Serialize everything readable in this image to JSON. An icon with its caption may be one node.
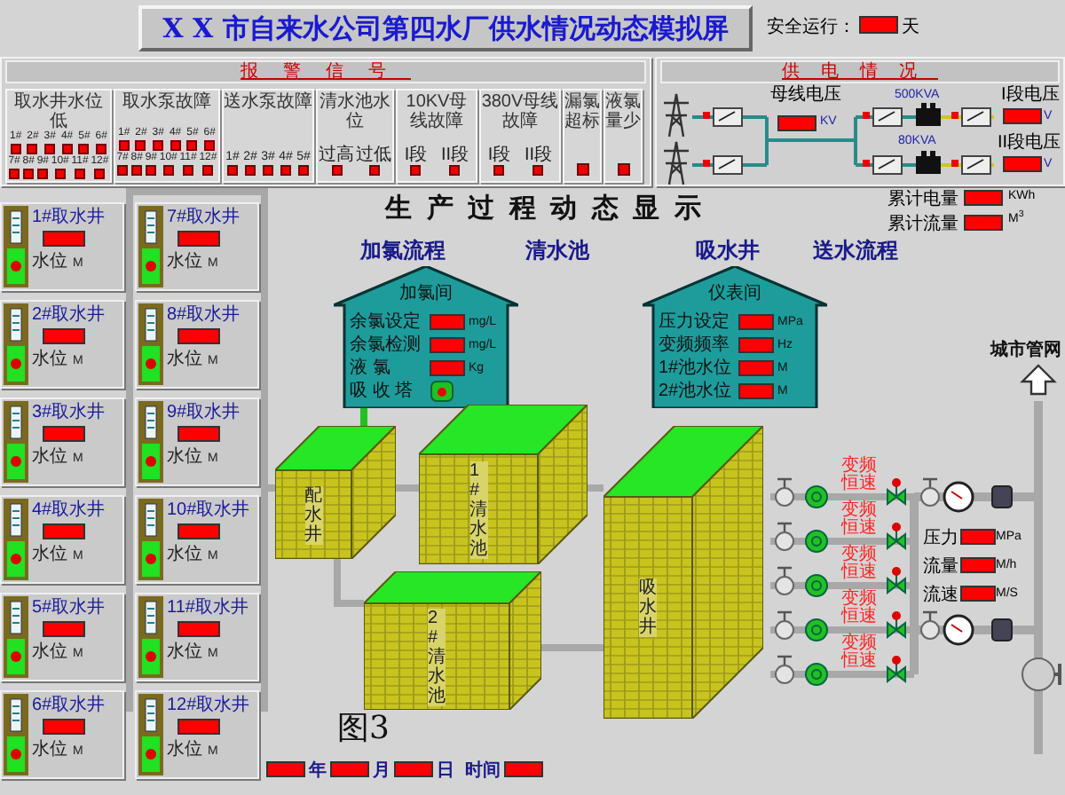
{
  "diagram": {
    "title": "X X 市自来水公司第四水厂供水情况动态模拟屏",
    "caption": "图3",
    "nodes": [
      {
        "text": [
          "报警信号"
        ]
      },
      {
        "text": [
          "取水井水位低",
          "1#",
          "2#",
          "3#",
          "4#",
          "5#",
          "6#",
          "7#",
          "8#",
          "9#",
          "10#",
          "11#",
          "12#"
        ],
        "in": 0
      },
      {
        "text": [
          "取水泵故障",
          "1#",
          "2#",
          "3#",
          "4#",
          "5#",
          "6#",
          "7#",
          "8#",
          "9#",
          "10#",
          "11#",
          "12#"
        ],
        "in": 0
      },
      {
        "text": [
          "送水泵故障",
          "1#",
          "2#",
          "3#",
          "4#",
          "5#"
        ],
        "in": 0
      },
      {
        "text": [
          "清水池水位",
          "过高",
          "过低"
        ],
        "in": 0
      },
      {
        "text": [
          "10KV母线故障",
          "I段",
          "II段"
        ],
        "in": 0
      },
      {
        "text": [
          "380V母线故障",
          "I段",
          "II段"
        ],
        "in": 0
      },
      {
        "text": [
          "漏氯超标"
        ],
        "in": 0
      },
      {
        "text": [
          "液氯量少"
        ],
        "in": 0
      },
      {
        "text": [
          "供电情况",
          "母线电压",
          "KV",
          "500KVA",
          "80KVA",
          "I段电压",
          "V",
          "II段电压",
          "V"
        ]
      },
      {
        "text": [
          "加氯间",
          "余氯设定",
          "mg/L",
          "余氯检测",
          "mg/L",
          "液 氯",
          "Kg",
          "吸 收 塔"
        ]
      },
      {
        "text": [
          "仪表间",
          "压力设定",
          "MPa",
          "变频频率",
          "Hz",
          "1#池水位",
          "M",
          "2#池水位",
          "M"
        ]
      },
      {
        "text": [
          "1#取水井",
          "水位",
          "M"
        ]
      },
      {
        "text": [
          "2#取水井",
          "水位",
          "M"
        ]
      },
      {
        "text": [
          "3#取水井",
          "水位",
          "M"
        ]
      },
      {
        "text": [
          "4#取水井",
          "水位",
          "M"
        ]
      },
      {
        "text": [
          "5#取水井",
          "水位",
          "M"
        ]
      },
      {
        "text": [
          "6#取水井",
          "水位",
          "M"
        ]
      },
      {
        "text": [
          "7#取水井",
          "水位",
          "M"
        ]
      },
      {
        "text": [
          "8#取水井",
          "水位",
          "M"
        ]
      },
      {
        "text": [
          "9#取水井",
          "水位",
          "M"
        ]
      },
      {
        "text": [
          "10#取水井",
          "水位",
          "M"
        ]
      },
      {
        "text": [
          "11#取水井",
          "水位",
          "M"
        ]
      },
      {
        "text": [
          "12#取水井",
          "水位",
          "M"
        ]
      },
      {
        "text": [
          "配水井"
        ]
      },
      {
        "text": [
          "1#清水池"
        ]
      },
      {
        "text": [
          "2#清水池"
        ]
      },
      {
        "text": [
          "吸水井"
        ]
      }
    ],
    "edges": [
      {
        "from": 12,
        "to": 24,
        "arrow": "none"
      },
      {
        "from": 13,
        "to": 24,
        "arrow": "none"
      },
      {
        "from": 14,
        "to": 24,
        "arrow": "none"
      },
      {
        "from": 15,
        "to": 24,
        "arrow": "none"
      },
      {
        "from": 16,
        "to": 24,
        "arrow": "none"
      },
      {
        "from": 17,
        "to": 24,
        "arrow": "none"
      },
      {
        "from": 18,
        "to": 24,
        "arrow": "none"
      },
      {
        "from": 19,
        "to": 24,
        "arrow": "none"
      },
      {
        "from": 20,
        "to": 24,
        "arrow": "none"
      },
      {
        "from": 21,
        "to": 24,
        "arrow": "none"
      },
      {
        "from": 22,
        "to": 24,
        "arrow": "none"
      },
      {
        "from": 23,
        "to": 24,
        "arrow": "none"
      },
      {
        "from": 10,
        "to": 24,
        "arrow": "none",
        "color": "#22c022"
      },
      {
        "from": 24,
        "to": 25,
        "arrow": "none"
      },
      {
        "from": 24,
        "to": 26,
        "arrow": "none"
      },
      {
        "from": 25,
        "to": 27,
        "arrow": "none"
      },
      {
        "from": 26,
        "to": 27,
        "arrow": "none"
      }
    ],
    "labels": [
      "安全运行：",
      "天",
      "生产过程动态显示",
      "加氯流程",
      "清水池",
      "吸水井",
      "送水流程",
      "累计电量",
      "KWh",
      "累计流量",
      "M$^{3}$",
      "变频恒速",
      "变频恒速",
      "变频恒速",
      "变频恒速",
      "变频恒速",
      "压力",
      "MPa",
      "流量",
      "M/h",
      "流速",
      "M/S",
      "年",
      "月",
      "日",
      "时间",
      "城市管网"
    ]
  }
}
